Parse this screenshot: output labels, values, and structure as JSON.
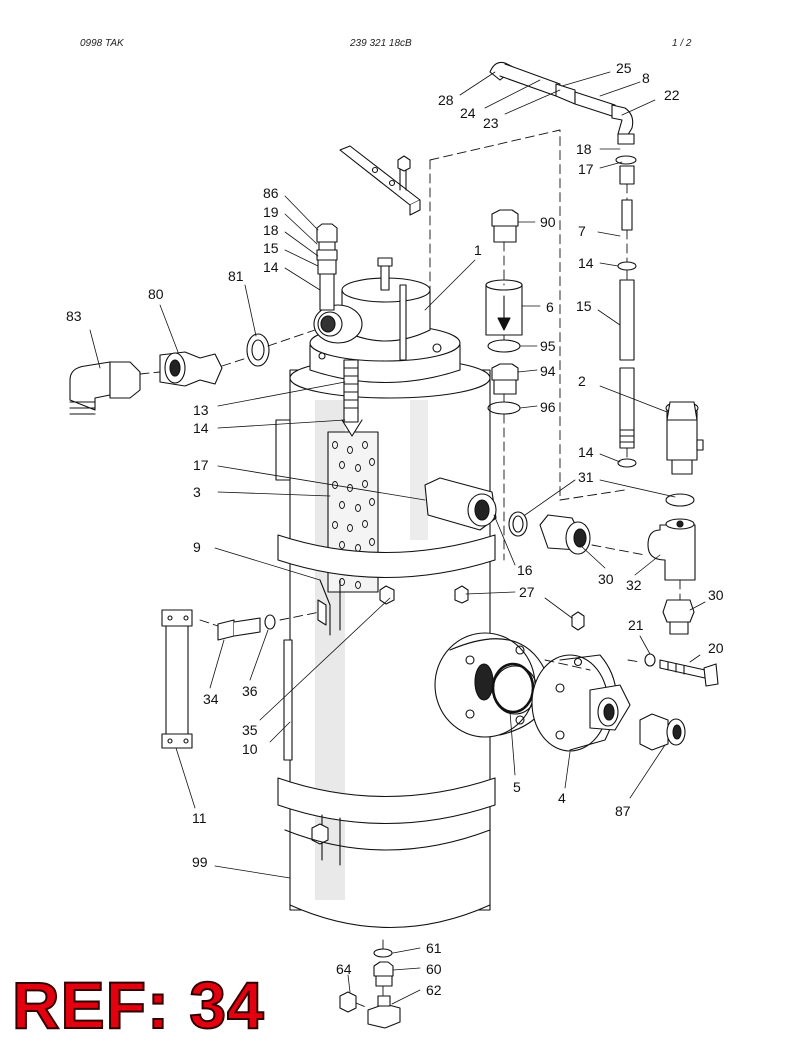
{
  "header": {
    "left": "0998  TAK",
    "center": "239 321 18cB",
    "right": "1  /  2"
  },
  "reference": "REF: 34",
  "callouts": [
    {
      "id": "c28",
      "text": "28"
    },
    {
      "id": "c24",
      "text": "24"
    },
    {
      "id": "c23",
      "text": "23"
    },
    {
      "id": "c25",
      "text": "25"
    },
    {
      "id": "c8",
      "text": "8"
    },
    {
      "id": "c22",
      "text": "22"
    },
    {
      "id": "c18a",
      "text": "18"
    },
    {
      "id": "c17a",
      "text": "17"
    },
    {
      "id": "c86",
      "text": "86"
    },
    {
      "id": "c19",
      "text": "19"
    },
    {
      "id": "c18b",
      "text": "18"
    },
    {
      "id": "c15a",
      "text": "15"
    },
    {
      "id": "c14a",
      "text": "14"
    },
    {
      "id": "c90",
      "text": "90"
    },
    {
      "id": "c1",
      "text": "1"
    },
    {
      "id": "c7",
      "text": "7"
    },
    {
      "id": "c81",
      "text": "81"
    },
    {
      "id": "c80",
      "text": "80"
    },
    {
      "id": "c83",
      "text": "83"
    },
    {
      "id": "c6",
      "text": "6"
    },
    {
      "id": "c14b",
      "text": "14"
    },
    {
      "id": "c15b",
      "text": "15"
    },
    {
      "id": "c95",
      "text": "95"
    },
    {
      "id": "c94",
      "text": "94"
    },
    {
      "id": "c2",
      "text": "2"
    },
    {
      "id": "c96",
      "text": "96"
    },
    {
      "id": "c13",
      "text": "13"
    },
    {
      "id": "c14c",
      "text": "14"
    },
    {
      "id": "c14d",
      "text": "14"
    },
    {
      "id": "c17b",
      "text": "17"
    },
    {
      "id": "c31",
      "text": "31"
    },
    {
      "id": "c3",
      "text": "3"
    },
    {
      "id": "c9",
      "text": "9"
    },
    {
      "id": "c16",
      "text": "16"
    },
    {
      "id": "c30a",
      "text": "30"
    },
    {
      "id": "c32",
      "text": "32"
    },
    {
      "id": "c27",
      "text": "27"
    },
    {
      "id": "c30b",
      "text": "30"
    },
    {
      "id": "c21",
      "text": "21"
    },
    {
      "id": "c20",
      "text": "20"
    },
    {
      "id": "c34",
      "text": "34"
    },
    {
      "id": "c36",
      "text": "36"
    },
    {
      "id": "c35",
      "text": "35"
    },
    {
      "id": "c10",
      "text": "10"
    },
    {
      "id": "c5",
      "text": "5"
    },
    {
      "id": "c4",
      "text": "4"
    },
    {
      "id": "c87",
      "text": "87"
    },
    {
      "id": "c11",
      "text": "11"
    },
    {
      "id": "c99",
      "text": "99"
    },
    {
      "id": "c61",
      "text": "61"
    },
    {
      "id": "c64",
      "text": "64"
    },
    {
      "id": "c60",
      "text": "60"
    },
    {
      "id": "c62",
      "text": "62"
    }
  ]
}
